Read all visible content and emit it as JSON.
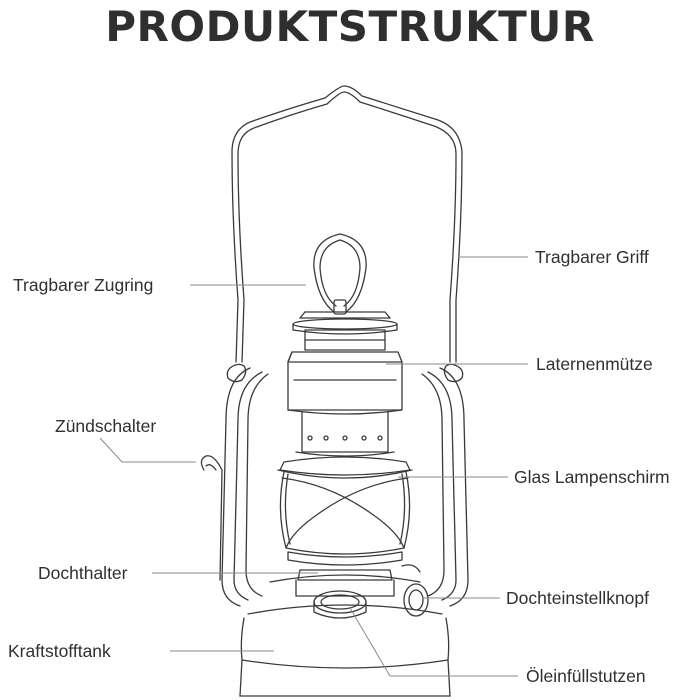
{
  "title": "PRODUKTSTRUKTUR",
  "labels": {
    "tragbarer_zugring": "Tragbarer Zugring",
    "tragbarer_griff": "Tragbarer Griff",
    "laternenmuetze": "Laternenmütze",
    "zuendschalter": "Zündschalter",
    "glas_lampenschirm": "Glas Lampenschirm",
    "dochthalter": "Dochthalter",
    "dochteinstellknopf": "Dochteinstellknopf",
    "kraftstofftank": "Kraftstofftank",
    "oeleinfuellstutzen": "Öleinfüllstutzen"
  },
  "colors": {
    "line": "#3a3a3a",
    "leader": "#8a8a8a",
    "text": "#303030"
  }
}
